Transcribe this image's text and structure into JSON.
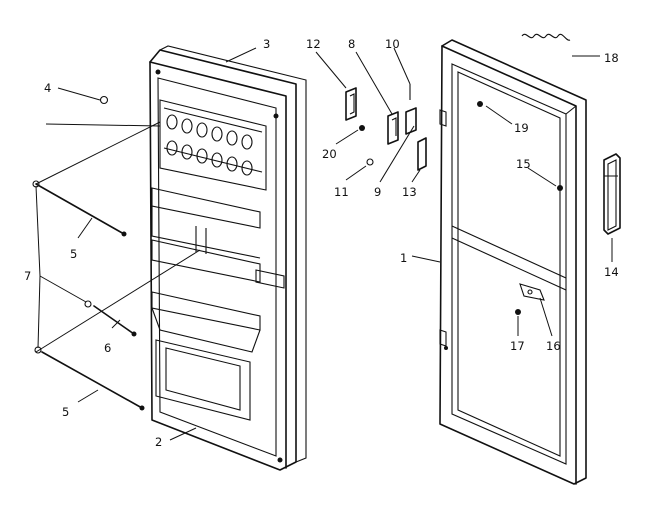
{
  "callouts": [
    {
      "id": "c1",
      "text": "1"
    },
    {
      "id": "c2",
      "text": "2"
    },
    {
      "id": "c3",
      "text": "3"
    },
    {
      "id": "c4",
      "text": "4"
    },
    {
      "id": "c5a",
      "text": "5"
    },
    {
      "id": "c5b",
      "text": "5"
    },
    {
      "id": "c6",
      "text": "6"
    },
    {
      "id": "c7",
      "text": "7"
    },
    {
      "id": "c8",
      "text": "8"
    },
    {
      "id": "c9",
      "text": "9"
    },
    {
      "id": "c10",
      "text": "10"
    },
    {
      "id": "c11",
      "text": "11"
    },
    {
      "id": "c12",
      "text": "12"
    },
    {
      "id": "c13",
      "text": "13"
    },
    {
      "id": "c14",
      "text": "14"
    },
    {
      "id": "c15",
      "text": "15"
    },
    {
      "id": "c16",
      "text": "16"
    },
    {
      "id": "c17",
      "text": "17"
    },
    {
      "id": "c18",
      "text": "18"
    },
    {
      "id": "c19",
      "text": "19"
    },
    {
      "id": "c20",
      "text": "20"
    }
  ]
}
